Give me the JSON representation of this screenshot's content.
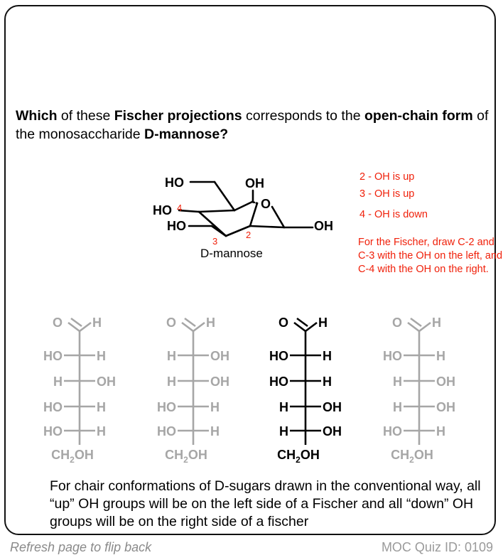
{
  "question": {
    "part1": "Which",
    "part2": " of these ",
    "part3": "Fischer projections",
    "part4": " corresponds to the ",
    "part5": "open-chain form",
    "part6": " of the monosaccharide ",
    "part7": "D-mannose?"
  },
  "mannose": {
    "label": "D-mannose",
    "atoms": {
      "ho_top": "HO",
      "oh_top": "OH",
      "ring_o": "O",
      "ho_c4": "HO",
      "ho_c3": "HO",
      "oh_c1": "OH"
    },
    "numbers": {
      "c2": "2",
      "c3": "3",
      "c4": "4"
    }
  },
  "notes": {
    "line1": "2 - OH is up",
    "line2": "3 - OH is up",
    "line3": "4 - OH is down",
    "line4": "For the Fischer, draw C-2 and C-3 with the OH on the left, and C-4 with the OH on the right."
  },
  "options": [
    {
      "rows": [
        [
          "HO",
          "H"
        ],
        [
          "H",
          "OH"
        ],
        [
          "HO",
          "H"
        ],
        [
          "HO",
          "H"
        ]
      ],
      "highlight": false
    },
    {
      "rows": [
        [
          "H",
          "OH"
        ],
        [
          "H",
          "OH"
        ],
        [
          "HO",
          "H"
        ],
        [
          "HO",
          "H"
        ]
      ],
      "highlight": false
    },
    {
      "rows": [
        [
          "HO",
          "H"
        ],
        [
          "HO",
          "H"
        ],
        [
          "H",
          "OH"
        ],
        [
          "H",
          "OH"
        ]
      ],
      "highlight": true
    },
    {
      "rows": [
        [
          "HO",
          "H"
        ],
        [
          "H",
          "OH"
        ],
        [
          "H",
          "OH"
        ],
        [
          "HO",
          "H"
        ]
      ],
      "highlight": false
    }
  ],
  "fischer_labels": {
    "top_o": "O",
    "top_h": "H",
    "bottom_ch": "CH",
    "bottom_sub": "2",
    "bottom_oh": "OH"
  },
  "explanation": "For chair conformations of D-sugars drawn in the conventional way, all “up” OH groups will be on the left side of a Fischer and all “down” OH groups will be on the right side of a fischer",
  "footer": {
    "left": "Refresh page to flip back",
    "right": "MOC Quiz ID: 0109"
  },
  "colors": {
    "accent_red": "#f0200a",
    "faded_gray": "#a6a6a6",
    "text": "#000000"
  }
}
